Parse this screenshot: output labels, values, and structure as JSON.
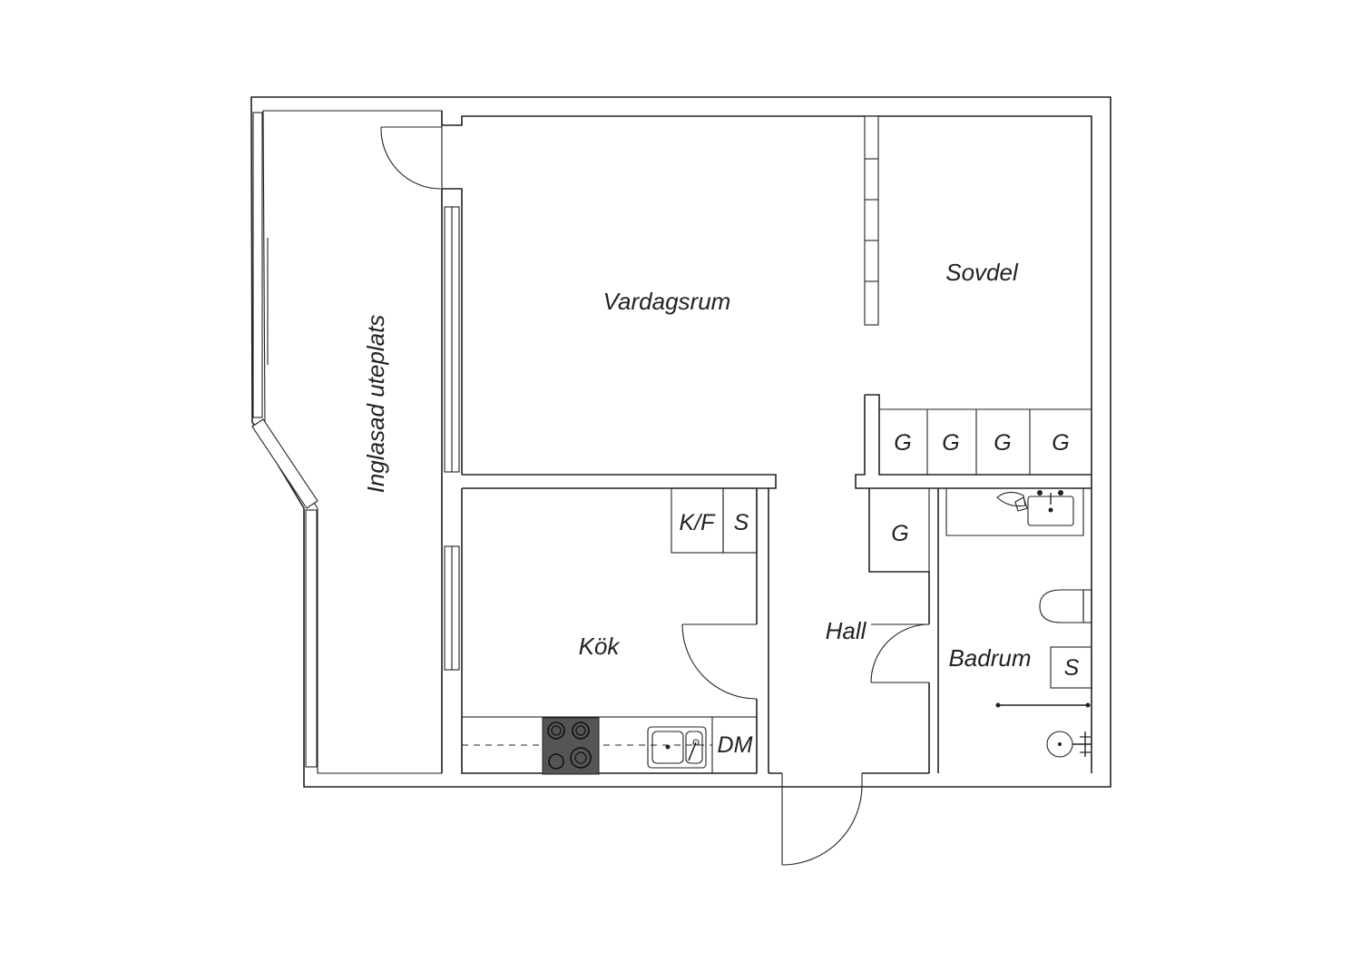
{
  "rooms": {
    "vardagsrum": "Vardagsrum",
    "sovdel": "Sovdel",
    "inglasad_uteplats": "Inglasad uteplats",
    "kok": "Kök",
    "hall": "Hall",
    "badrum": "Badrum"
  },
  "fixtures": {
    "garderob": "G",
    "kyl_frys": "K/F",
    "skap": "S",
    "diskmaskin": "DM"
  },
  "colors": {
    "line": "#222222",
    "stove": "#555555",
    "background": "#ffffff"
  }
}
